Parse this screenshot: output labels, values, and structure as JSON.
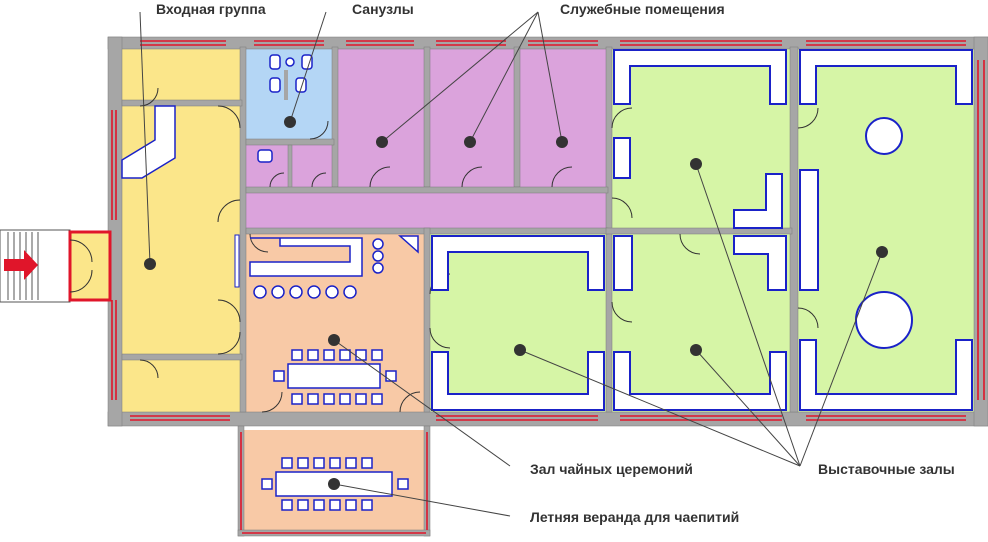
{
  "labels": {
    "entrance_group": "Входная группа",
    "restrooms": "Санузлы",
    "service_rooms": "Служебные помещения",
    "tea_ceremony_hall": "Зал чайных церемоний",
    "summer_veranda": "Летняя веранда для чаепитий",
    "exhibition_halls": "Выставочные залы"
  },
  "colors": {
    "entrance": "#fbe68a",
    "restroom": "#b4d6f5",
    "service": "#dba3dc",
    "tea_hall": "#f8c9a6",
    "exhibition": "#d6f5a6",
    "wall": "#a6a6a6",
    "window": "#e0152a",
    "furniture": "#1a22c8",
    "entry_arrow": "#e0152a",
    "leader": "#444444"
  }
}
